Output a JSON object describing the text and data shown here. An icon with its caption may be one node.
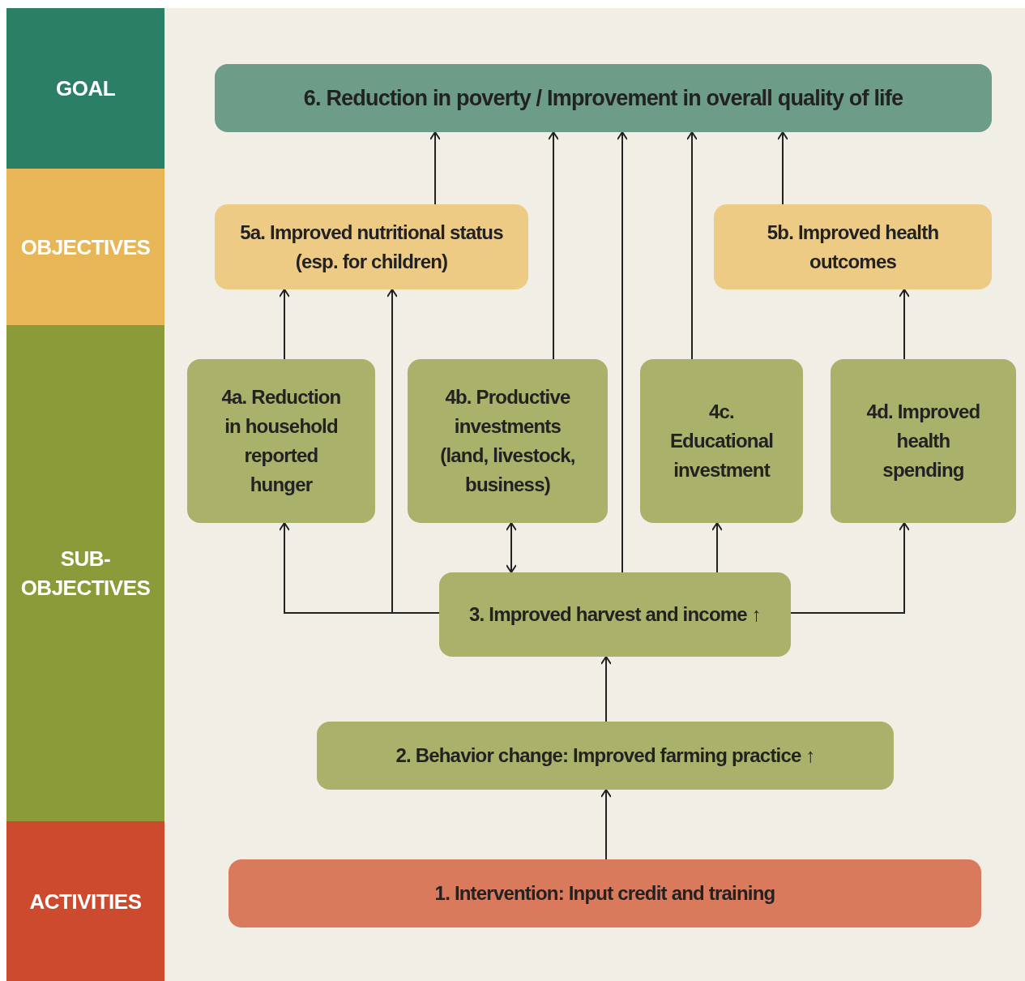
{
  "diagram": {
    "nodes": [
      {
        "text": [
          "GOAL"
        ]
      },
      {
        "text": [
          "OBJECTIVES"
        ]
      },
      {
        "text": [
          "SUB- OBJECTIVES"
        ]
      },
      {
        "text": [
          "ACTIVITIES"
        ]
      },
      {
        "text": [
          "6. Reduction in poverty / Improvement in overall quality of life"
        ]
      },
      {
        "text": [
          "5a. Improved nutritional status (esp. for children)"
        ]
      },
      {
        "text": [
          "5b. Improved health outcomes"
        ]
      },
      {
        "text": [
          "4a. Reduction in household reported hunger"
        ]
      },
      {
        "text": [
          "4b. Productive investments (land, livestock, business)"
        ]
      },
      {
        "text": [
          "4c. Educational investment"
        ]
      },
      {
        "text": [
          "4d. Improved health spending"
        ]
      },
      {
        "text": [
          "3. Improved harvest and income ↑"
        ]
      },
      {
        "text": [
          "2. Behavior change: Improved farming practice ↑"
        ]
      },
      {
        "text": [
          "1. Intervention: Input credit and training"
        ]
      }
    ],
    "edges": [
      {
        "from": 13,
        "to": 12,
        "arrow": "to"
      },
      {
        "from": 12,
        "to": 11,
        "arrow": "to"
      },
      {
        "from": 11,
        "to": 7,
        "arrow": "to"
      },
      {
        "from": 11,
        "to": 5,
        "arrow": "to"
      },
      {
        "from": 11,
        "to": 8,
        "arrow": "both"
      },
      {
        "from": 11,
        "to": 4,
        "arrow": "to"
      },
      {
        "from": 11,
        "to": 9,
        "arrow": "to"
      },
      {
        "from": 11,
        "to": 10,
        "arrow": "to"
      },
      {
        "from": 7,
        "to": 5,
        "arrow": "to"
      },
      {
        "from": 8,
        "to": 4,
        "arrow": "to"
      },
      {
        "from": 9,
        "to": 4,
        "arrow": "to"
      },
      {
        "from": 5,
        "to": 4,
        "arrow": "to"
      },
      {
        "from": 6,
        "to": 4,
        "arrow": "to"
      },
      {
        "from": 10,
        "to": 6,
        "arrow": "to"
      }
    ]
  }
}
